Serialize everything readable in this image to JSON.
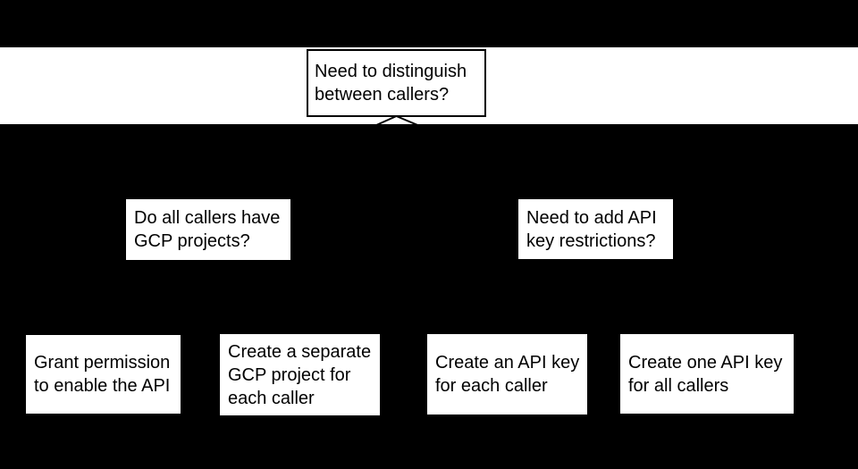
{
  "colors": {
    "canvas_bg": "#000000",
    "band_fill": "#ffffff",
    "node_fill": "#ffffff",
    "node_text": "#000000",
    "connector": "#000000"
  },
  "flowchart": {
    "root": {
      "id": "need-to-distinguish",
      "label": "Need to distinguish\nbetween callers?"
    },
    "level2": [
      {
        "id": "gcp-projects-question",
        "label": "Do all callers have\nGCP projects?"
      },
      {
        "id": "api-key-restrictions-question",
        "label": "Need to add API\nkey restrictions?"
      }
    ],
    "level3": [
      {
        "id": "grant-permission",
        "label": "Grant permission\nto enable the API"
      },
      {
        "id": "separate-gcp-project",
        "label": "Create a separate\nGCP project for\neach caller"
      },
      {
        "id": "api-key-each-caller",
        "label": "Create an API key\nfor each caller"
      },
      {
        "id": "one-api-key-all-callers",
        "label": "Create one API key\nfor all callers"
      }
    ]
  }
}
